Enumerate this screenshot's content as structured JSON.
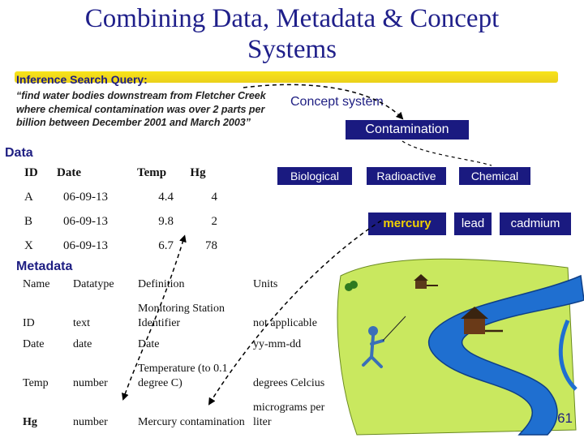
{
  "title_line1": "Combining Data, Metadata & Concept",
  "title_line2": "Systems",
  "query": {
    "label": "Inference Search Query:",
    "text": "“find water bodies downstream from Fletcher Creek where chemical contamination was over 2 parts per billion between December 2001 and March 2003”"
  },
  "concept": {
    "label": "Concept system",
    "root": "Contamination",
    "categories": [
      "Biological",
      "Radioactive",
      "Chemical"
    ],
    "chemicals": [
      "mercury",
      "lead",
      "cadmium"
    ]
  },
  "data": {
    "label": "Data",
    "headers": [
      "ID",
      "Date",
      "Temp",
      "Hg"
    ],
    "rows": [
      [
        "A",
        "06-09-13",
        "4.4",
        "4"
      ],
      [
        "B",
        "06-09-13",
        "9.8",
        "2"
      ],
      [
        "X",
        "06-09-13",
        "6.7",
        "78"
      ]
    ]
  },
  "metadata": {
    "label": "Metadata",
    "headers": [
      "Name",
      "Datatype",
      "Definition",
      "Units"
    ],
    "rows": [
      [
        "ID",
        "text",
        "Monitoring Station Identifier",
        "not applicable"
      ],
      [
        "Date",
        "date",
        "Date",
        "yy-mm-dd"
      ],
      [
        "Temp",
        "number",
        "Temperature (to 0.1 degree C)",
        "degrees Celcius"
      ],
      [
        "Hg",
        "number",
        "Mercury contamination",
        "micrograms per liter"
      ]
    ]
  },
  "page_number": "61",
  "colors": {
    "title": "#1f1f8a",
    "box": "#1a1a80",
    "arrow": "#000000",
    "highlight": "#f6e200",
    "land": "#c9e85f",
    "water": "#1f6fd0"
  }
}
